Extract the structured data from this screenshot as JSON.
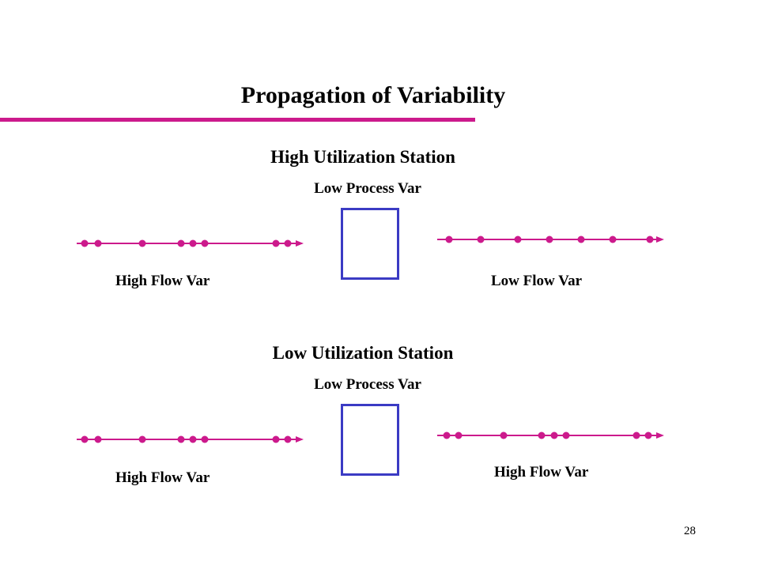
{
  "title": "Propagation of Variability",
  "colors": {
    "accent": "#cc1a8c",
    "station_box": "#3b3bc4"
  },
  "diagrams": [
    {
      "heading": "High Utilization Station",
      "process_label": "Low Process Var",
      "input_label": "High Flow Var",
      "output_label": "Low Flow Var",
      "input_arrivals": "clustered",
      "output_arrivals": "evenly spaced"
    },
    {
      "heading": "Low Utilization Station",
      "process_label": "Low Process Var",
      "input_label": "High Flow Var",
      "output_label": "High Flow Var",
      "input_arrivals": "clustered",
      "output_arrivals": "clustered"
    }
  ],
  "page_number": "28"
}
